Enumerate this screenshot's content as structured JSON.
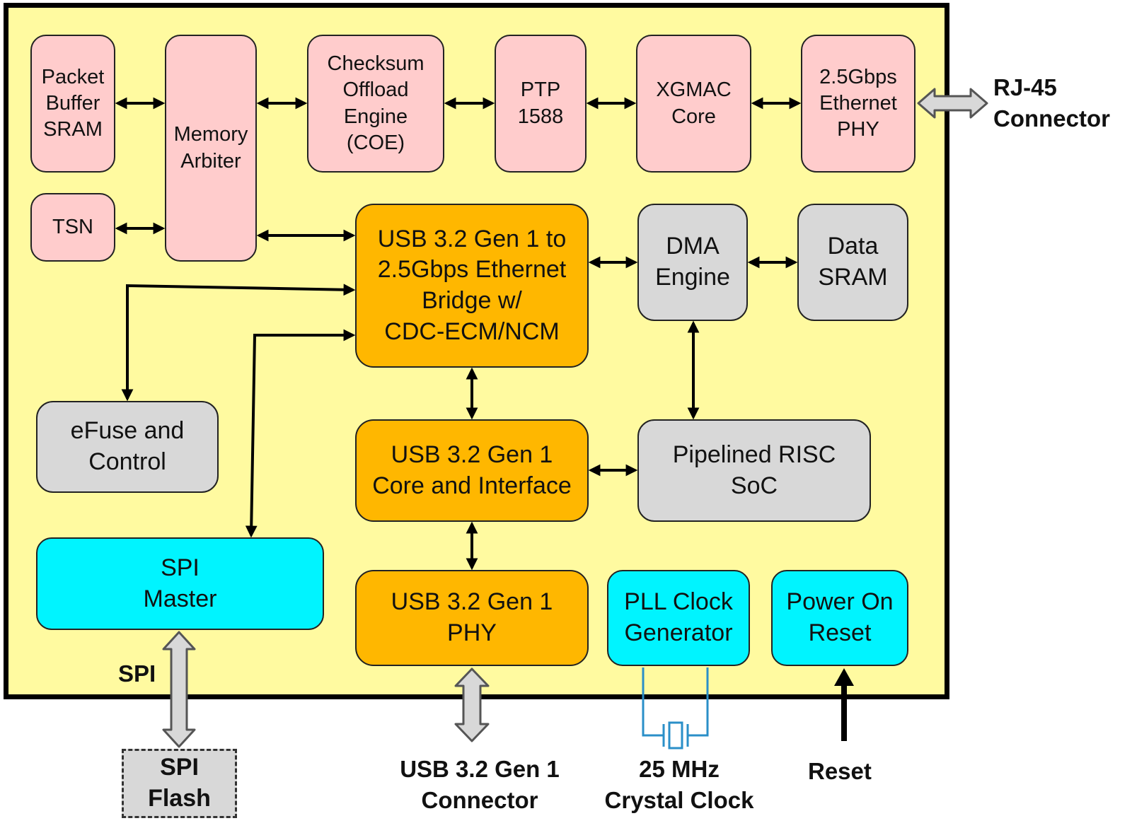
{
  "blocks": {
    "packet_buffer": "Packet\nBuffer\nSRAM",
    "tsn": "TSN",
    "memory_arbiter": "Memory\nArbiter",
    "coe": "Checksum\nOffload\nEngine\n(COE)",
    "ptp": "PTP\n1588",
    "xgmac": "XGMAC\nCore",
    "eth_phy": "2.5Gbps\nEthernet\nPHY",
    "bridge": "USB 3.2 Gen 1 to\n2.5Gbps Ethernet\nBridge w/\nCDC-ECM/NCM",
    "dma": "DMA\nEngine",
    "data_sram": "Data\nSRAM",
    "efuse": "eFuse and\nControl",
    "usb_core": "USB 3.2 Gen 1\nCore and Interface",
    "risc": "Pipelined RISC\nSoC",
    "spi_master": "SPI\nMaster",
    "usb_phy": "USB 3.2 Gen 1\nPHY",
    "pll": "PLL Clock\nGenerator",
    "por": "Power On\nReset",
    "spi_flash": "SPI\nFlash"
  },
  "external": {
    "rj45": "RJ-45\nConnector",
    "spi": "SPI",
    "usb_connector": "USB 3.2 Gen 1\nConnector",
    "crystal": "25 MHz\nCrystal Clock",
    "reset": "Reset"
  },
  "colors": {
    "chip_background": "#fffaa0",
    "ethernet_blocks": "#ffcccc",
    "usb_blocks": "#ffb700",
    "processing_blocks": "#d8d8d8",
    "io_blocks": "#00f4ff",
    "crystal_wire": "#2a8fc8"
  }
}
